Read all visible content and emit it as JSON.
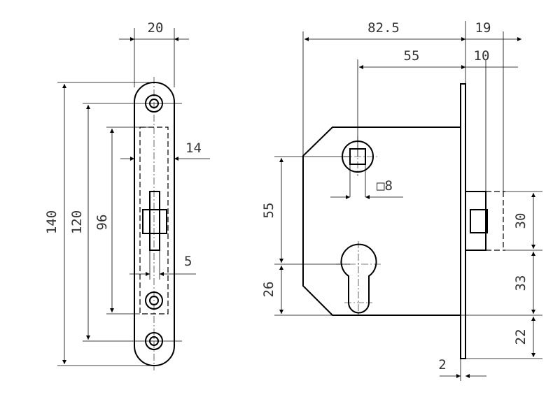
{
  "strike_plate": {
    "dims": {
      "width": "20",
      "total_height": "140",
      "screw_spacing": "120",
      "opening_height": "96",
      "opening_width": "14",
      "bolt_width": "5"
    }
  },
  "lock_body": {
    "dims": {
      "body_depth": "82.5",
      "backset": "55",
      "latch_projection": "19",
      "faceplate_offset": "10",
      "spindle_square": "□8",
      "spindle_to_cylinder": "55",
      "cylinder_offset": "26",
      "latch_height": "30",
      "latch_to_bottom_lower": "33",
      "bottom_offset": "22",
      "faceplate_thickness": "2"
    }
  }
}
